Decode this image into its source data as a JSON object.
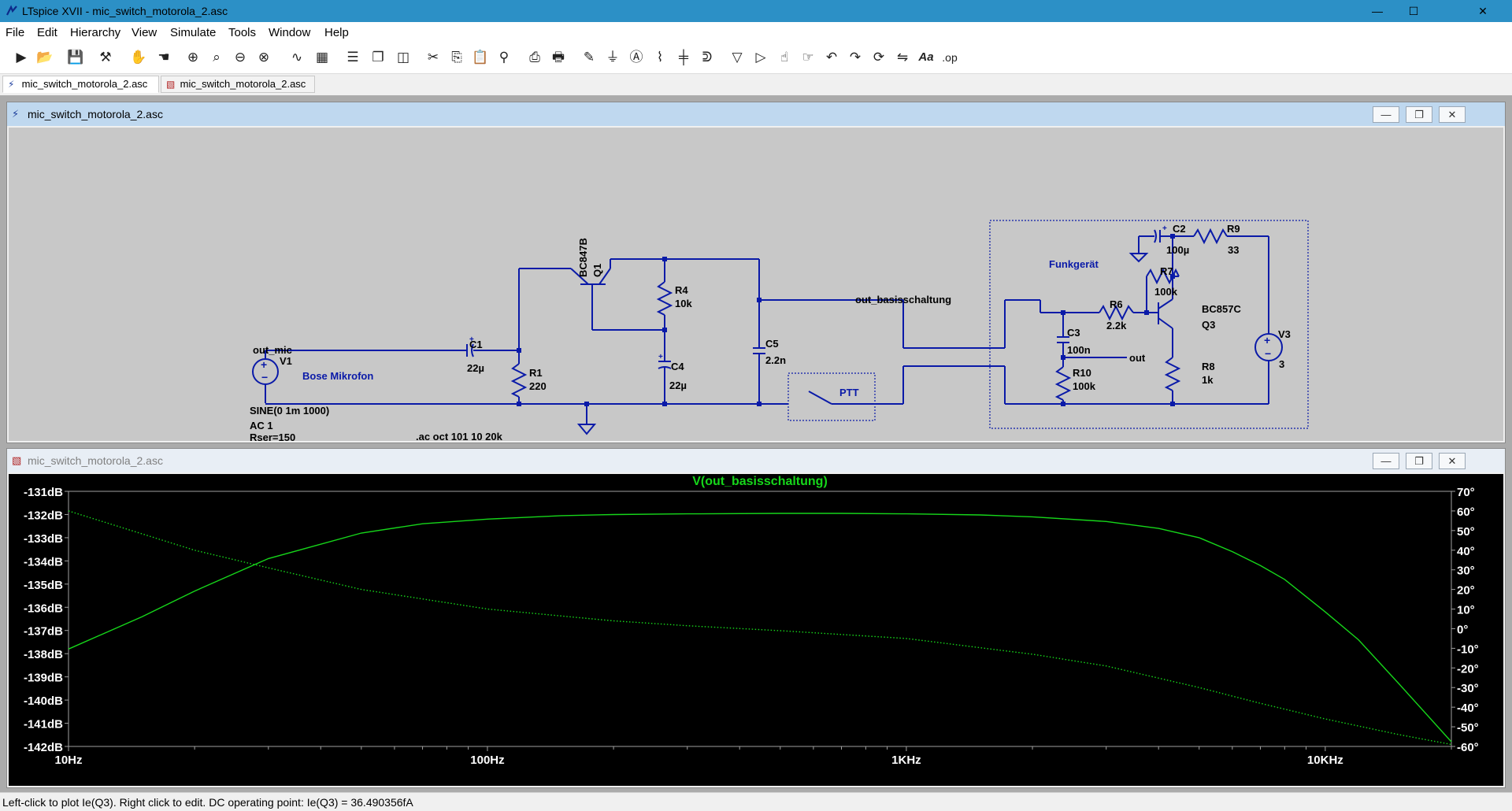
{
  "window": {
    "title": "LTspice XVII - mic_switch_motorola_2.asc",
    "controls": {
      "minimize": "—",
      "maximize": "☐",
      "close": "✕"
    }
  },
  "menu": [
    "File",
    "Edit",
    "Hierarchy",
    "View",
    "Simulate",
    "Tools",
    "Window",
    "Help"
  ],
  "toolbar": {
    "icons": [
      "run-icon",
      "open-icon",
      "save-icon",
      "control-panel-icon",
      "halt-icon",
      "pan-hand-icon",
      "zoom-in-icon",
      "zoom-area-icon",
      "zoom-out-icon",
      "zoom-fit-icon",
      "waveform-icon",
      "waveform-grid-icon",
      "tile-horizontal-icon",
      "cascade-icon",
      "tile-vertical-icon",
      "cut-icon",
      "copy-icon",
      "paste-icon",
      "find-icon",
      "print-icon",
      "print-preview-icon",
      "draw-wire-icon",
      "ground-icon",
      "label-net-icon",
      "resistor-icon",
      "capacitor-icon",
      "inductor-icon",
      "diode-icon",
      "component-icon",
      "move-icon",
      "drag-icon",
      "undo-icon",
      "redo-icon",
      "rotate-icon",
      "mirror-icon",
      "text-icon",
      "spice-directive-icon"
    ],
    "text_op": ".op",
    "text_aa": "Aa"
  },
  "tabs": [
    {
      "label": "mic_switch_motorola_2.asc",
      "icon": "schematic-icon",
      "active": true
    },
    {
      "label": "mic_switch_motorola_2.asc",
      "icon": "waveform-icon",
      "active": false
    }
  ],
  "schematic_window": {
    "title": "mic_switch_motorola_2.asc",
    "labels": {
      "out_mic": "out_mic",
      "v1": "V1",
      "v1_desc": "Bose Mikrofon",
      "v1_sine": "SINE(0 1m 1000)",
      "v1_ac": "AC 1",
      "v1_rser": "Rser=150",
      "ac_directive": ".ac oct 101 10 20k",
      "c1": "C1",
      "c1_val": "22µ",
      "r1": "R1",
      "r1_val": "220",
      "q1_model": "BC847B",
      "q1": "Q1",
      "r4": "R4",
      "r4_val": "10k",
      "c4": "C4",
      "c4_val": "22µ",
      "c5": "C5",
      "c5_val": "2.2n",
      "net_out_bs": "out_basisschaltung",
      "ptt": "PTT",
      "funkgeraet": "Funkgerät",
      "c2": "C2",
      "c2_val": "100µ",
      "r9": "R9",
      "r9_val": "33",
      "r7": "R7",
      "r7_val": "100k",
      "q3_model": "BC857C",
      "q3": "Q3",
      "r6": "R6",
      "r6_val": "2.2k",
      "c3": "C3",
      "c3_val": "100n",
      "net_out": "out",
      "r10": "R10",
      "r10_val": "100k",
      "r8": "R8",
      "r8_val": "1k",
      "v3": "V3",
      "v3_val": "3"
    }
  },
  "plot_window": {
    "title": "mic_switch_motorola_2.asc"
  },
  "chart_data": {
    "type": "line",
    "title": "V(out_basisschaltung)",
    "x_scale": "log",
    "xlim": [
      10,
      20000
    ],
    "x_ticks": [
      {
        "v": 10,
        "label": "10Hz"
      },
      {
        "v": 100,
        "label": "100Hz"
      },
      {
        "v": 1000,
        "label": "1KHz"
      },
      {
        "v": 10000,
        "label": "10KHz"
      }
    ],
    "ylim_left": [
      -142,
      -131
    ],
    "y_ticks_left": [
      "-131dB",
      "-132dB",
      "-133dB",
      "-134dB",
      "-135dB",
      "-136dB",
      "-137dB",
      "-138dB",
      "-139dB",
      "-140dB",
      "-141dB",
      "-142dB"
    ],
    "ylim_right": [
      -60,
      70
    ],
    "y_ticks_right": [
      "70°",
      "60°",
      "50°",
      "40°",
      "30°",
      "20°",
      "10°",
      "0°",
      "-10°",
      "-20°",
      "-30°",
      "-40°",
      "-50°",
      "-60°"
    ],
    "grid": false,
    "series": [
      {
        "name": "V(out_basisschaltung)",
        "style": "solid",
        "axis": "left",
        "x": [
          10,
          15,
          20,
          30,
          50,
          70,
          100,
          150,
          200,
          300,
          500,
          700,
          1000,
          1500,
          2000,
          3000,
          4000,
          5000,
          6000,
          7000,
          8000,
          10000,
          12000,
          15000,
          20000
        ],
        "y": [
          -137.8,
          -136.4,
          -135.3,
          -133.9,
          -132.8,
          -132.4,
          -132.2,
          -132.05,
          -132.0,
          -131.97,
          -131.95,
          -131.95,
          -131.97,
          -132.02,
          -132.1,
          -132.3,
          -132.6,
          -133.0,
          -133.6,
          -134.2,
          -134.8,
          -136.2,
          -137.4,
          -139.3,
          -141.8
        ]
      },
      {
        "name": "phase",
        "style": "dotted",
        "axis": "right",
        "x": [
          10,
          20,
          30,
          50,
          100,
          200,
          300,
          500,
          1000,
          2000,
          3000,
          5000,
          7000,
          10000,
          15000,
          20000
        ],
        "y": [
          60,
          40,
          31,
          20,
          10,
          4,
          1.5,
          -1,
          -5,
          -13,
          -19,
          -30,
          -38,
          -46,
          -54,
          -59
        ]
      }
    ]
  },
  "statusbar": {
    "text": "Left-click to plot Ie(Q3).  Right click to edit.  DC operating point: Ie(Q3) = 36.490356fA"
  }
}
